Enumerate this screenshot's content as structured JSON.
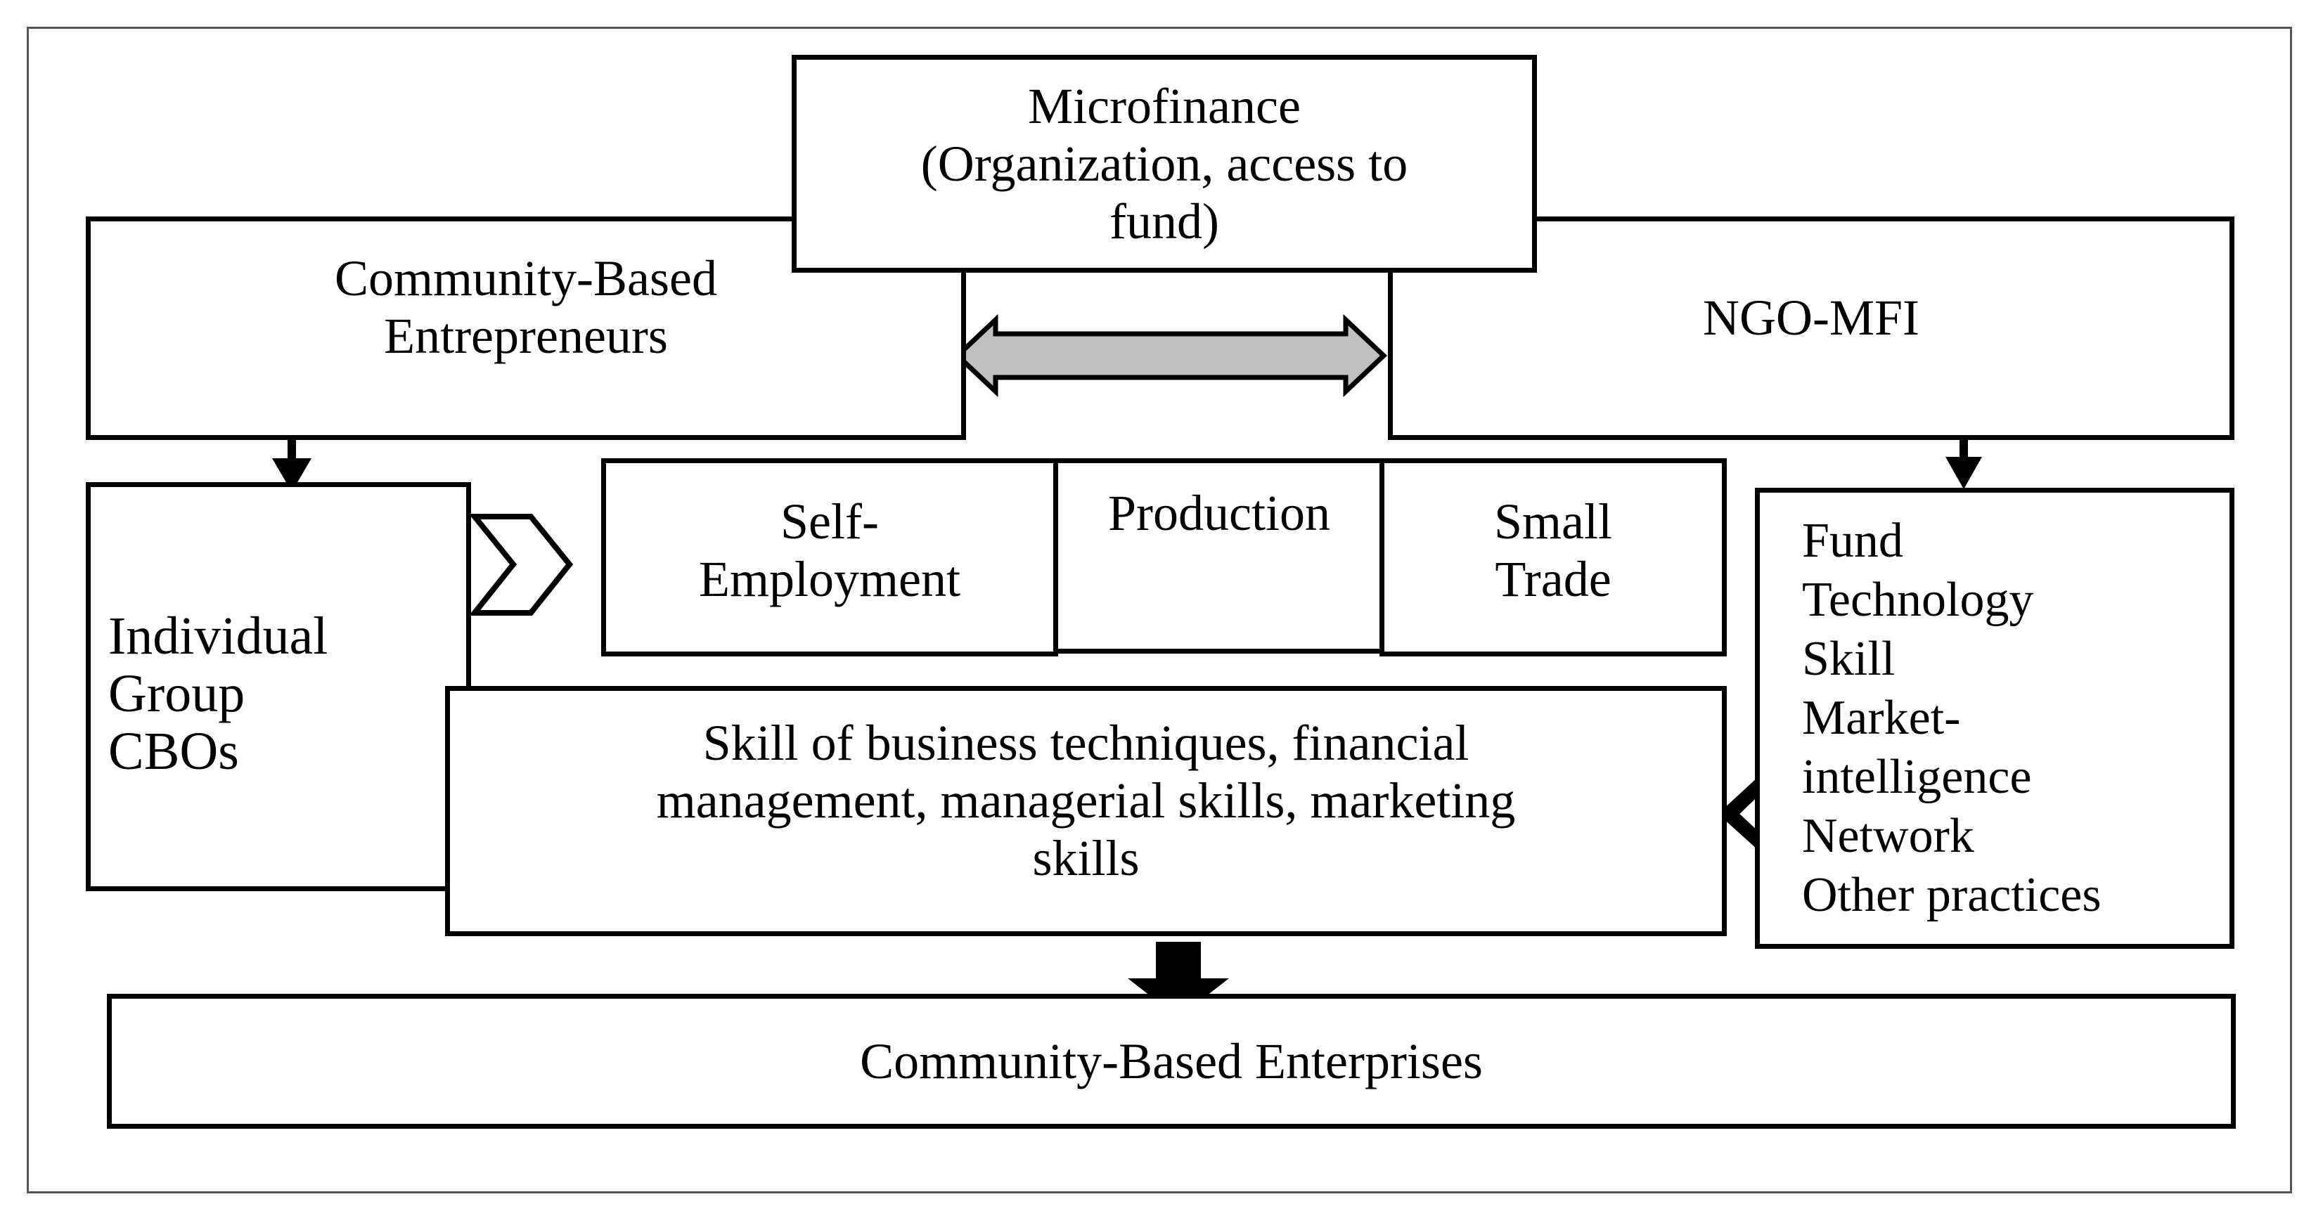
{
  "microfinance": {
    "lines": [
      "Microfinance",
      "(Organization, access to",
      "fund)"
    ]
  },
  "cbe": {
    "lines": [
      "Community-Based",
      "Entrepreneurs"
    ]
  },
  "ngo": {
    "label": "NGO-MFI"
  },
  "individual": {
    "lines": [
      "Individual",
      "Group",
      "CBOs"
    ]
  },
  "activities": {
    "self_employment": [
      "Self-",
      "Employment"
    ],
    "production": "Production",
    "small_trade": [
      "Small",
      "Trade"
    ]
  },
  "support": {
    "lines": [
      "Fund",
      "Technology",
      "Skill",
      "Market-",
      "intelligence",
      "Network",
      "Other practices"
    ]
  },
  "skills": {
    "lines": [
      "Skill of business techniques, financial",
      "management, managerial skills, marketing",
      "skills"
    ]
  },
  "enterprises": {
    "label": "Community-Based Enterprises"
  }
}
